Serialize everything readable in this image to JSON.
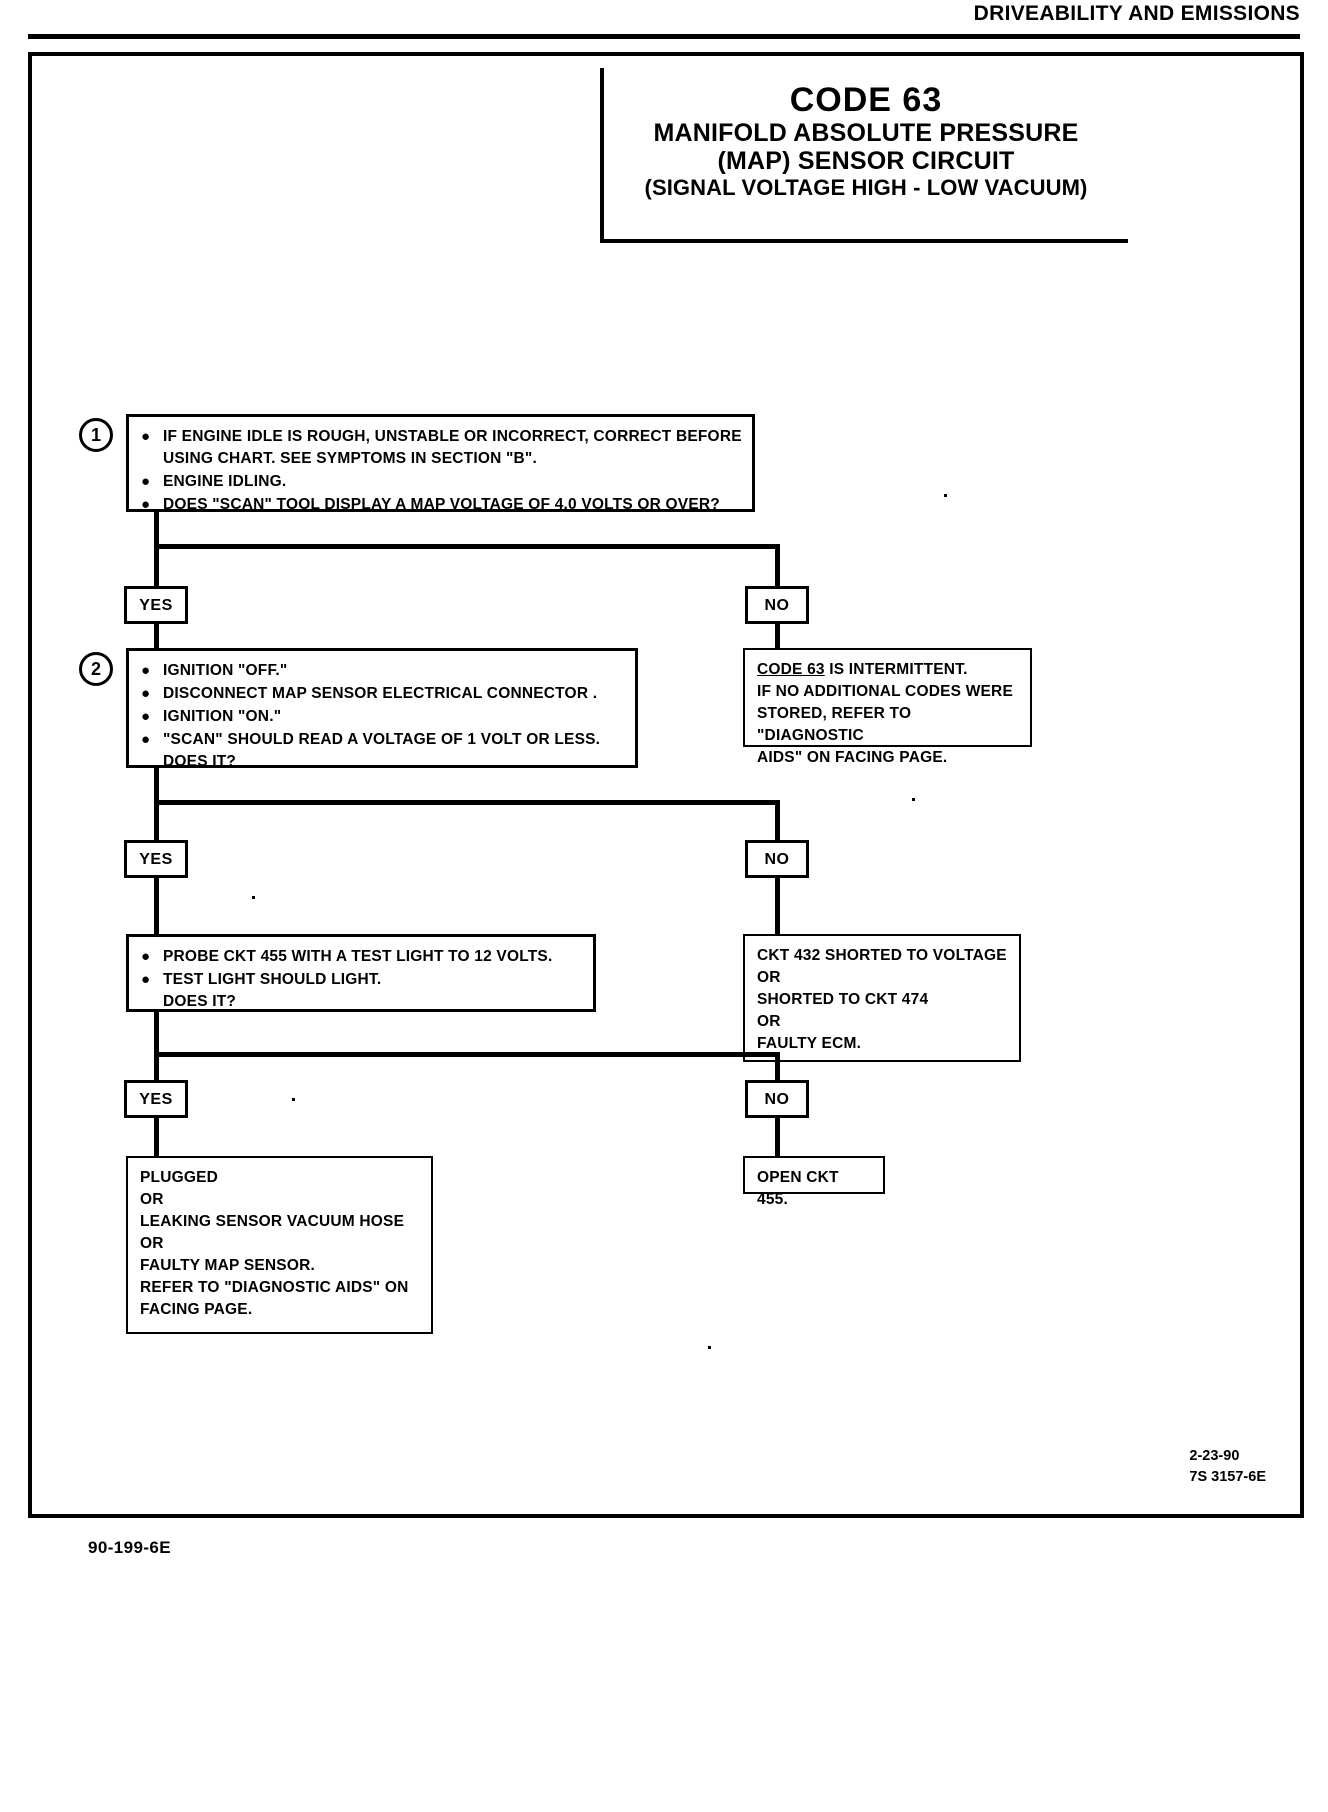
{
  "header": {
    "title": "DRIVEABILITY AND EMISSIONS"
  },
  "title_block": {
    "code": "CODE 63",
    "line1": "MANIFOLD ABSOLUTE PRESSURE",
    "line2": "(MAP) SENSOR CIRCUIT",
    "condition": "(SIGNAL VOLTAGE HIGH - LOW VACUUM)"
  },
  "flow": {
    "step1": {
      "number": "1",
      "bullets": [
        "IF ENGINE IDLE IS ROUGH, UNSTABLE OR INCORRECT, CORRECT BEFORE\nUSING CHART.  SEE SYMPTOMS IN SECTION \"B\".",
        "ENGINE IDLING.",
        "DOES \"SCAN\" TOOL DISPLAY A MAP VOLTAGE OF 4.0  VOLTS OR OVER?"
      ]
    },
    "step1_yes": "YES",
    "step1_no": "NO",
    "step2": {
      "number": "2",
      "bullets": [
        "IGNITION \"OFF.\"",
        "DISCONNECT MAP SENSOR ELECTRICAL CONNECTOR .",
        "IGNITION \"ON.\"",
        "\"SCAN\" SHOULD READ  A VOLTAGE OF 1 VOLT OR LESS.\nDOES IT?"
      ]
    },
    "intermittent_box": {
      "underlined": "CODE 63",
      "rest": " IS INTERMITTENT.",
      "lines": [
        "IF NO ADDITIONAL CODES WERE",
        "STORED, REFER TO \"DIAGNOSTIC",
        "AIDS\" ON FACING PAGE."
      ]
    },
    "step2_yes": "YES",
    "step2_no": "NO",
    "step3": {
      "bullets": [
        "PROBE CKT 455 WITH A TEST LIGHT TO 12  VOLTS.",
        "TEST LIGHT SHOULD LIGHT.\nDOES IT?"
      ]
    },
    "shorted_box": {
      "lines": [
        "CKT 432 SHORTED TO VOLTAGE",
        "OR",
        "SHORTED TO CKT 474",
        "OR",
        "FAULTY ECM."
      ]
    },
    "step3_yes": "YES",
    "step3_no": "NO",
    "plugged_box": {
      "lines": [
        "PLUGGED",
        "OR",
        "LEAKING SENSOR  VACUUM HOSE",
        "OR",
        "FAULTY MAP SENSOR.",
        "REFER TO \"DIAGNOSTIC AIDS\" ON",
        "FACING PAGE."
      ]
    },
    "open_box": {
      "text": "OPEN CKT 455."
    }
  },
  "footer": {
    "revision_date": "2-23-90",
    "document_number": "7S 3157-6E",
    "page_number": "90-199-6E"
  }
}
